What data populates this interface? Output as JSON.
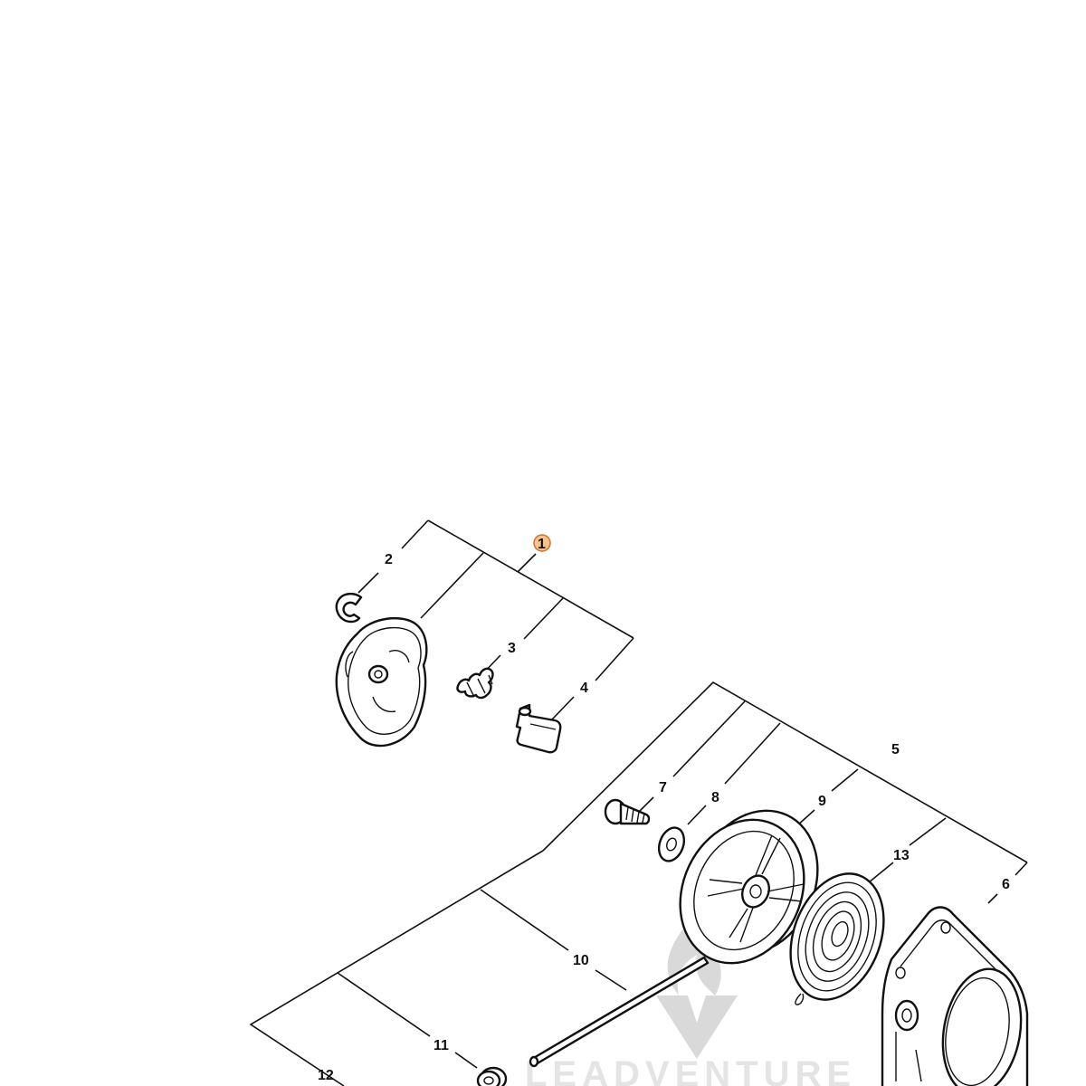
{
  "callouts": {
    "c1": "1",
    "c2": "2",
    "c3": "3",
    "c4": "4",
    "c5": "5",
    "c6": "6",
    "c7": "7",
    "c8": "8",
    "c9": "9",
    "c10": "10",
    "c11": "11",
    "c12": "12",
    "c13": "13"
  },
  "highlight": {
    "callout": "1",
    "color": "#f5c28c",
    "border": "#c87533"
  },
  "watermark": {
    "text": "LEADVENTURE"
  }
}
